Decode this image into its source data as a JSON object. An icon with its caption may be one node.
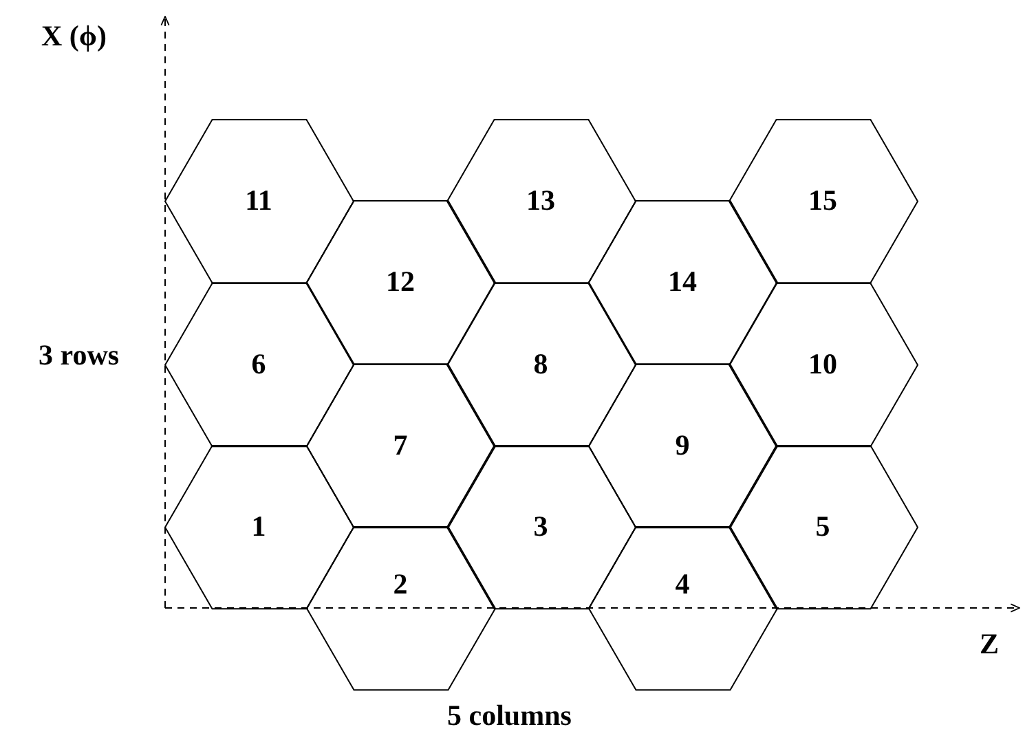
{
  "diagram": {
    "nodes": [
      {
        "text": [
          "1"
        ]
      },
      {
        "text": [
          "2"
        ]
      },
      {
        "text": [
          "3"
        ]
      },
      {
        "text": [
          "4"
        ]
      },
      {
        "text": [
          "5"
        ]
      },
      {
        "text": [
          "6"
        ]
      },
      {
        "text": [
          "7"
        ]
      },
      {
        "text": [
          "8"
        ]
      },
      {
        "text": [
          "9"
        ]
      },
      {
        "text": [
          "10"
        ]
      },
      {
        "text": [
          "11"
        ]
      },
      {
        "text": [
          "12"
        ]
      },
      {
        "text": [
          "13"
        ]
      },
      {
        "text": [
          "14"
        ]
      },
      {
        "text": [
          "15"
        ]
      }
    ],
    "edges": [],
    "labels": [
      "X (ϕ)",
      "3 rows",
      "Z",
      "5 columns"
    ]
  }
}
